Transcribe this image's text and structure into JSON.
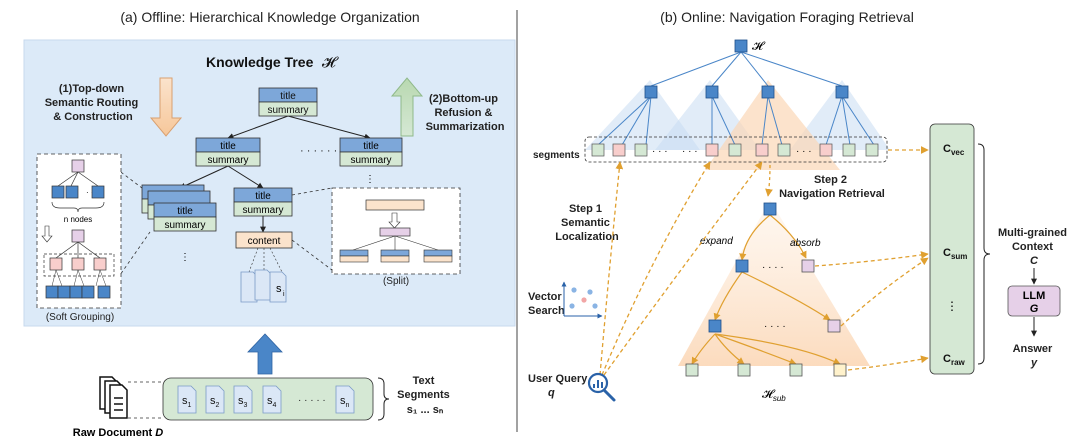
{
  "panel_a": {
    "title": "(a) Offline: Hierarchical Knowledge Organization",
    "tree_title": "Knowledge Tree",
    "tree_symbol": "𝓗",
    "top_down": [
      "(1)Top-down",
      "Semantic Routing",
      "& Construction"
    ],
    "bottom_up": [
      "(2)Bottom-up",
      "Refusion &",
      "Summarization"
    ],
    "node_title": "title",
    "node_summary": "summary",
    "node_content": "content",
    "dots": "· · · · · · · ·",
    "n_nodes": "n nodes",
    "soft_grouping": "(Soft Grouping)",
    "split": "(Split)",
    "segment_label": "s",
    "segment_sub": "i",
    "raw_document": "Raw Document",
    "raw_document_var": "D",
    "text_segments": [
      "Text",
      "Segments",
      "s₁ ... sₙ"
    ],
    "segments": [
      {
        "s": "s",
        "sub": "1"
      },
      {
        "s": "s",
        "sub": "2"
      },
      {
        "s": "s",
        "sub": "3"
      },
      {
        "s": "s",
        "sub": "4"
      },
      {
        "s": "s",
        "sub": "n"
      }
    ],
    "segments_ellipsis": "· · · · ·"
  },
  "panel_b": {
    "title": "(b) Online: Navigation Foraging Retrieval",
    "root_symbol": "𝓗",
    "segments_label": "segments",
    "step1": [
      "Step 1",
      "Semantic",
      "Localization"
    ],
    "step2": [
      "Step 2",
      "Navigation Retrieval"
    ],
    "expand": "expand",
    "absorb": "absorb",
    "vector_search": [
      "Vector",
      "Search"
    ],
    "user_query": "User Query",
    "user_query_var": "q",
    "sub_tree": "𝓗",
    "sub_tree_sub": "sub",
    "context_items": [
      {
        "c": "C",
        "sub": "vec"
      },
      {
        "c": "C",
        "sub": "sum"
      },
      {
        "c": "C",
        "sub": "raw"
      }
    ],
    "multi_grained": [
      "Multi-grained",
      "Context",
      "C"
    ],
    "llm": "LLM",
    "llm_var": "G",
    "answer": "Answer",
    "answer_var": "y"
  },
  "colors": {
    "panel_bg": "#dceaf8",
    "title_fill": "#7da7d9",
    "summary_fill": "#d5e8d4",
    "content_fill": "#fbe3cc",
    "node_blue": "#4a86c8",
    "seg_green": "#d5e8d4",
    "seg_red": "#f8cecc",
    "seg_yellow": "#fff2cc",
    "node_purple": "#e6d0e8",
    "orange_link": "#e0a030",
    "context_fill": "#d5e8d4"
  }
}
